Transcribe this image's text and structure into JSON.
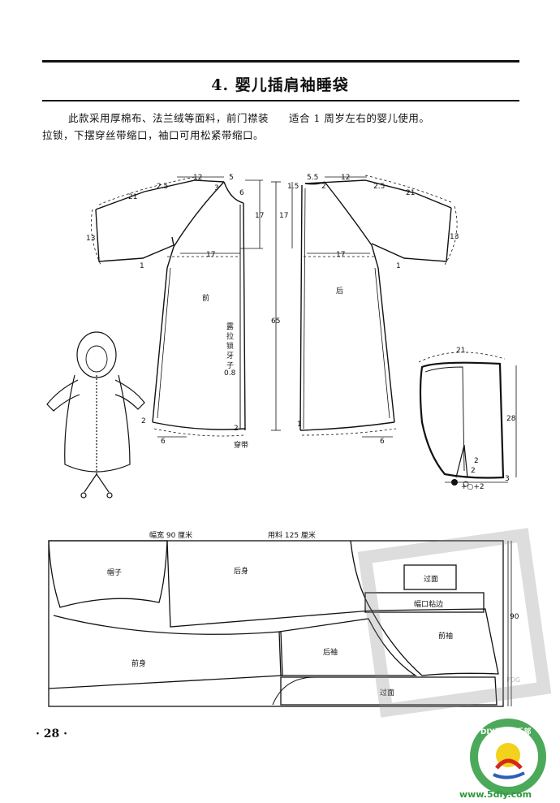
{
  "section": {
    "title": "4. 婴儿插肩袖睡袋",
    "intro_col1_line1": "此款采用厚棉布、法兰绒等面料，前门襟装",
    "intro_col1_line2": "拉锁，下摆穿丝带缩口，袖口可用松紧带缩口。",
    "intro_col2_line1": "适合 1 周岁左右的婴儿使用。"
  },
  "front_pattern": {
    "dims": [
      "2.5",
      "12",
      "5",
      "3",
      "6",
      "21",
      "17",
      "13",
      "1",
      "17",
      "65",
      "2",
      "6",
      "2"
    ],
    "labels": {
      "front": "前",
      "zipper": [
        "露",
        "拉",
        "锁",
        "牙",
        "子"
      ],
      "zipper_width": "0.8",
      "ribbon": "穿带"
    }
  },
  "back_pattern": {
    "dims": [
      "5.5",
      "1.5",
      "12",
      "2",
      "2.5",
      "21",
      "17",
      "13",
      "1",
      "1",
      "6"
    ],
    "labels": {
      "back": "后"
    }
  },
  "hood_pattern": {
    "dims": [
      "21",
      "28",
      "2",
      "3",
      "2",
      "+○+2"
    ]
  },
  "layout": {
    "fabric_width": "幅宽 90 厘米",
    "fabric_length": "用料 125 厘米",
    "side_dim": "90",
    "pieces": {
      "hood": "帽子",
      "back_body": "后身",
      "yoke_1": "过面",
      "cuff_binding": "幅口粘边",
      "front_sleeve": "前袖",
      "front_body": "前身",
      "back_sleeve": "后袖",
      "yoke_2": "过面"
    }
  },
  "footer": {
    "page_number": "· 28 ·",
    "watermark_badge": "DIY手工俱乐部",
    "watermark_site": "www.5diy.com",
    "watermark_stamp": "PDG"
  },
  "colors": {
    "ink": "#111111",
    "badge_green": "#2c9a3c",
    "badge_yellow": "#f2d21c",
    "badge_red": "#d8261c",
    "badge_blue": "#2b5fb8"
  }
}
